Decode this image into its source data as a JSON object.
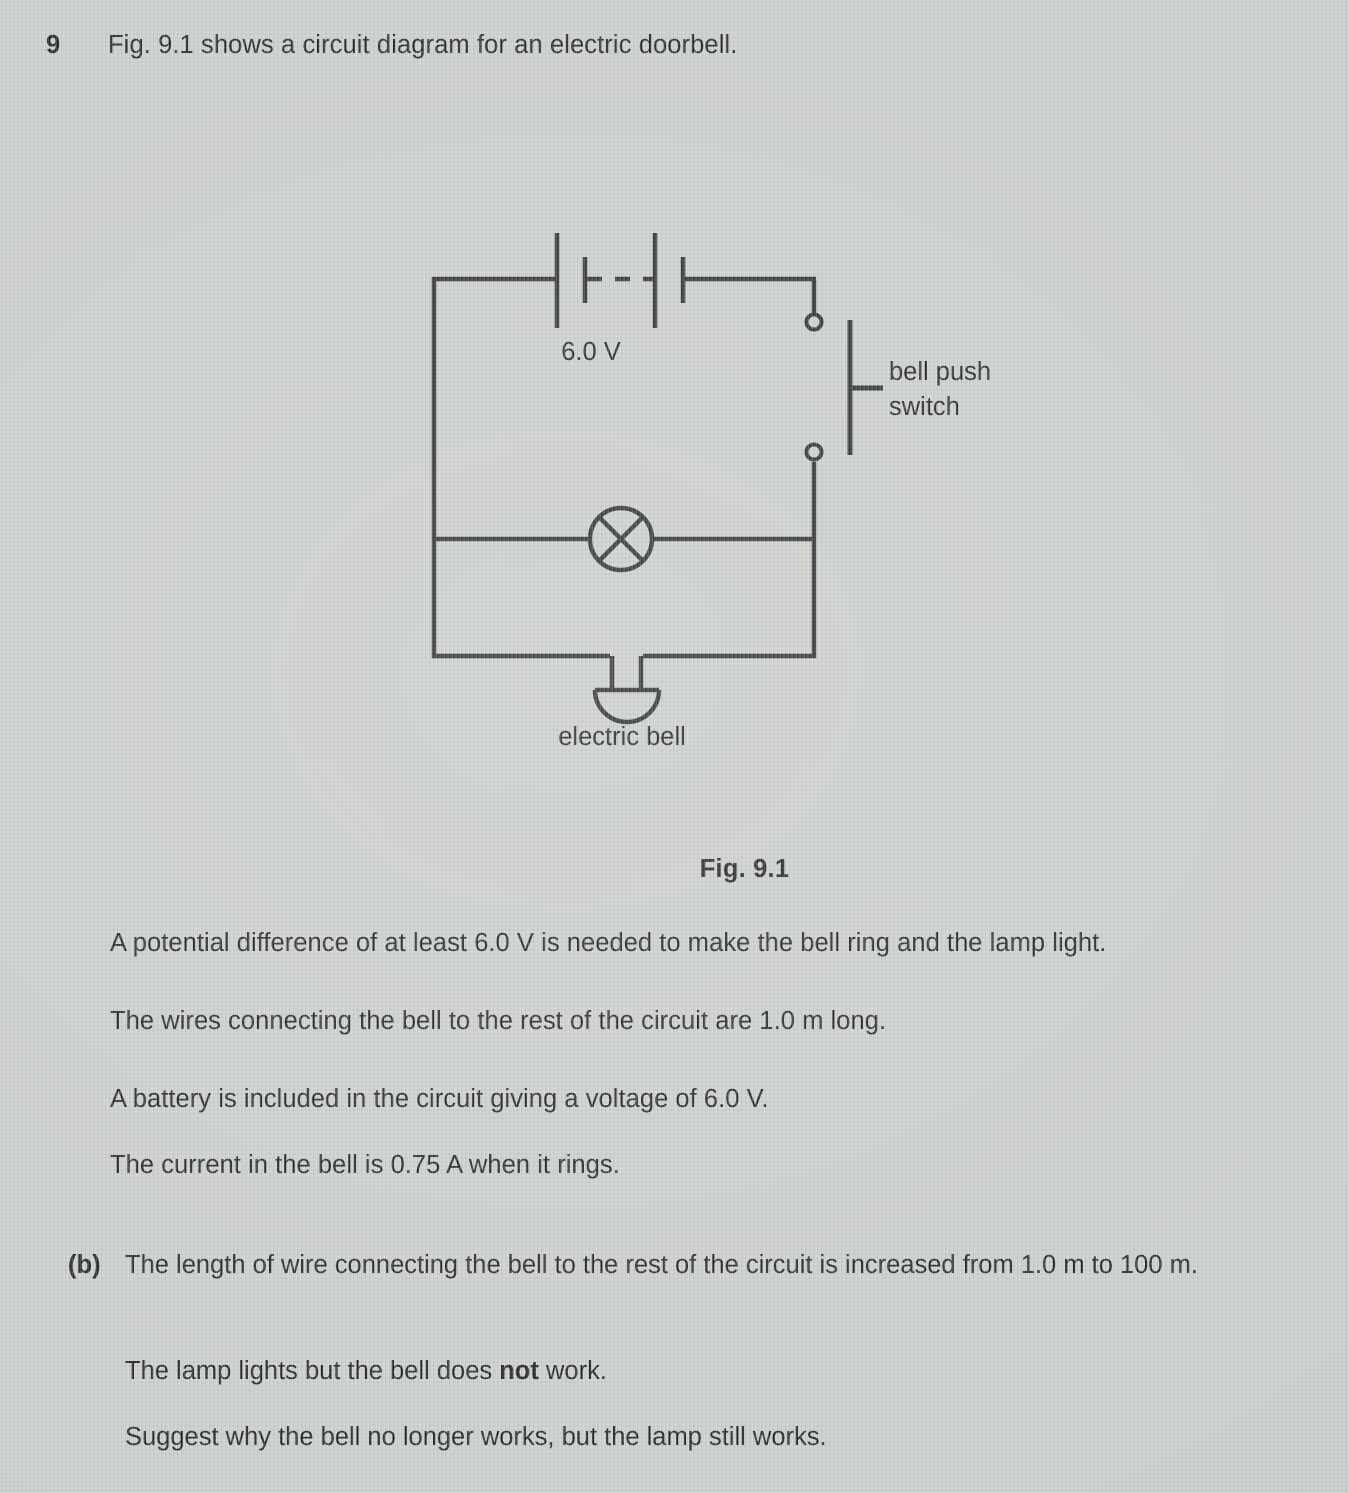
{
  "page": {
    "background_color": "#c9cec9",
    "text_color": "#1d2120",
    "ink_color": "#2a2f2d"
  },
  "question": {
    "number": "9",
    "stem": "Fig. 9.1 shows a circuit diagram for an electric doorbell."
  },
  "figure": {
    "caption": "Fig. 9.1",
    "battery_label": "6.0 V",
    "switch_label_line1": "bell push",
    "switch_label_line2": "switch",
    "bell_label": "electric bell",
    "components": {
      "battery": "battery-symbol",
      "lamp": "lamp-symbol",
      "bell": "electric-bell-symbol",
      "switch": "push-switch-symbol"
    }
  },
  "body": {
    "paragraph_1": "A potential difference of at least 6.0 V is needed to make the bell ring and the lamp light.",
    "paragraph_2": "The wires connecting the bell to the rest of the circuit are 1.0 m long.",
    "paragraph_3": "A battery is included in the circuit giving a voltage of 6.0 V.",
    "paragraph_4": "The current in the bell is 0.75 A when it rings."
  },
  "part_b": {
    "label": "(b)",
    "text": "The length of wire connecting the bell to the rest of the circuit is increased from 1.0 m to 100 m.",
    "sub_1_before": "The lamp lights but the bell does ",
    "sub_1_bold": "not",
    "sub_1_after": " work.",
    "sub_2": "Suggest why the bell no longer works, but the lamp still works."
  }
}
